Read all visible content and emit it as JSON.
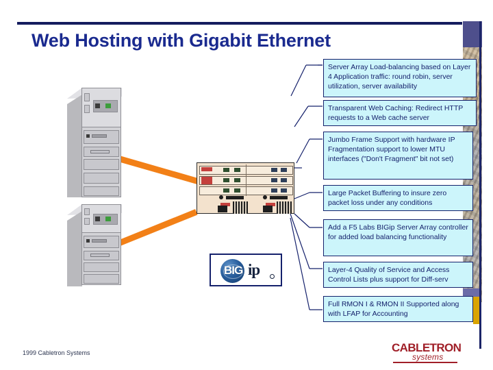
{
  "slide": {
    "title": "Web Hosting with Gigabit Ethernet",
    "footer": "1999 Cabletron Systems",
    "accent_navy": "#14206b",
    "accent_orange": "#f28017",
    "callout_fill": "#ccf5fb",
    "brand_red": "#a01f28"
  },
  "logo": {
    "main": "CABLETRON",
    "sub": "systems"
  },
  "diagram": {
    "device_logo": {
      "big": "BIG",
      "ip": "ip"
    },
    "servers": [
      {
        "label": "web-server-tower-1"
      },
      {
        "label": "web-server-tower-2"
      }
    ],
    "switch": {
      "label": "gigabit-ethernet-chassis"
    },
    "cables": [
      {
        "label": "gigabit-uplink-1"
      },
      {
        "label": "gigabit-uplink-2"
      }
    ]
  },
  "callouts": [
    {
      "text": "Server Array Load-balancing based on Layer 4 Application traffic: round robin, server utilization, server availability"
    },
    {
      "text": "Transparent Web Caching: Redirect HTTP requests to a Web cache server"
    },
    {
      "text": "Jumbo Frame Support with hardware IP Fragmentation support to lower MTU interfaces (\"Don't Fragment\" bit not set)"
    },
    {
      "text": "Large Packet Buffering to insure zero packet loss under any conditions"
    },
    {
      "text": "Add a F5 Labs BIGip Server Array controller for added load balancing functionality"
    },
    {
      "text": "Layer-4 Quality of Service and Access Control Lists plus support for Diff-serv"
    },
    {
      "text": "Full RMON I & RMON II Supported along with LFAP for Accounting"
    }
  ]
}
